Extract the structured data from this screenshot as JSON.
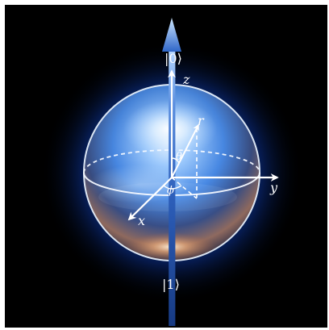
{
  "diagram": {
    "state_top": "|0⟩",
    "state_bottom": "|1⟩",
    "axis_z": "z",
    "axis_y": "y",
    "axis_x": "x",
    "radius": "r",
    "theta": "θ",
    "phi": "ϕ"
  },
  "colors": {
    "background": "#000000",
    "glow": "#1f6bff",
    "sphere_upper": "#8fc2ff",
    "sphere_lower": "#c28a6a",
    "outline": "#e8f2ff",
    "axis": "#ffffff"
  }
}
